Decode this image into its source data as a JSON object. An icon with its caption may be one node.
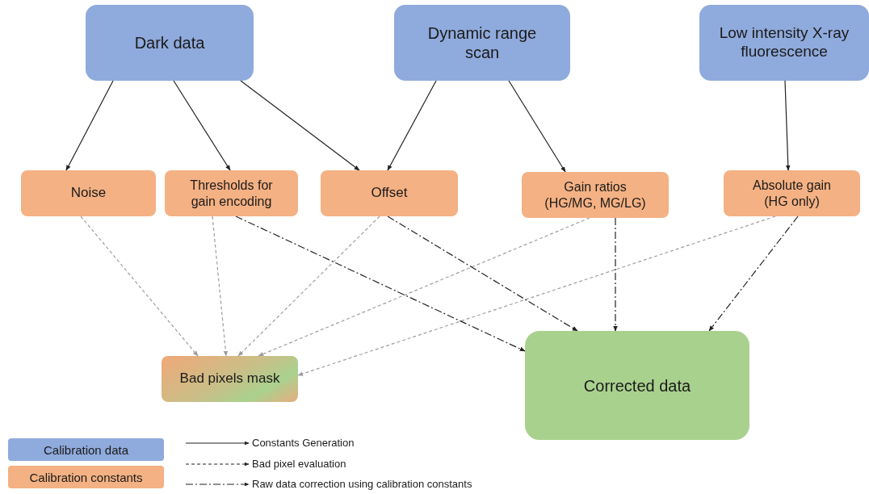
{
  "diagram": {
    "nodes": [
      {
        "text": [
          "Dark data"
        ]
      },
      {
        "text": [
          "Dynamic range scan"
        ]
      },
      {
        "text": [
          "Low intensity X-ray fluorescence"
        ]
      },
      {
        "text": [
          "Noise"
        ]
      },
      {
        "text": [
          "Thresholds for gain encoding"
        ]
      },
      {
        "text": [
          "Offset"
        ]
      },
      {
        "text": [
          "Gain ratios (HG/MG, MG/LG)"
        ]
      },
      {
        "text": [
          "Absolute gain (HG only)"
        ]
      },
      {
        "text": [
          "Bad pixels mask"
        ]
      },
      {
        "text": [
          "Corrected data"
        ]
      }
    ],
    "edges": [
      {
        "from": 0,
        "to": 3,
        "arrow": "to"
      },
      {
        "from": 0,
        "to": 4,
        "arrow": "to"
      },
      {
        "from": 0,
        "to": 5,
        "arrow": "to"
      },
      {
        "from": 1,
        "to": 5,
        "arrow": "to"
      },
      {
        "from": 1,
        "to": 6,
        "arrow": "to"
      },
      {
        "from": 2,
        "to": 7,
        "arrow": "to"
      },
      {
        "from": 3,
        "to": 8,
        "arrow": "to",
        "style": "dashed",
        "color": "#9e9e9e"
      },
      {
        "from": 4,
        "to": 8,
        "arrow": "to",
        "style": "dashed",
        "color": "#9e9e9e"
      },
      {
        "from": 5,
        "to": 8,
        "arrow": "to",
        "style": "dashed",
        "color": "#9e9e9e"
      },
      {
        "from": 6,
        "to": 8,
        "arrow": "to",
        "style": "dashed",
        "color": "#9e9e9e"
      },
      {
        "from": 7,
        "to": 8,
        "arrow": "to",
        "style": "dashed",
        "color": "#9e9e9e"
      },
      {
        "from": 4,
        "to": 9,
        "arrow": "to",
        "style": "dashed"
      },
      {
        "from": 5,
        "to": 9,
        "arrow": "to",
        "style": "dashed"
      },
      {
        "from": 6,
        "to": 9,
        "arrow": "to",
        "style": "dashed"
      },
      {
        "from": 7,
        "to": 9,
        "arrow": "to",
        "style": "dashed"
      }
    ],
    "legend": [
      {
        "text": "Calibration data",
        "color": "#8faadc"
      },
      {
        "text": "Calibration constants",
        "color": "#f4b183"
      },
      {
        "text": "Constants Generation"
      },
      {
        "text": "Bad pixel evaluation"
      },
      {
        "text": "Raw data correction using calibration constants"
      }
    ]
  }
}
